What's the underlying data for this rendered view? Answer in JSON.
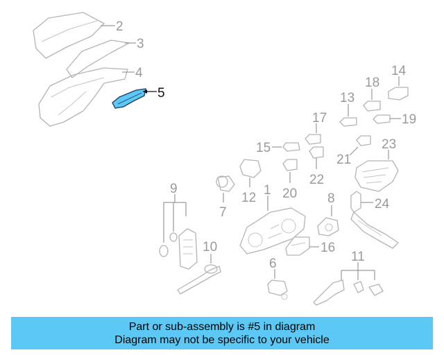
{
  "diagram": {
    "highlighted_part": "5",
    "highlight_color": "#5bc8f5",
    "callouts": [
      "2",
      "3",
      "4",
      "5",
      "14",
      "18",
      "13",
      "19",
      "17",
      "15",
      "21",
      "23",
      "22",
      "20",
      "12",
      "9",
      "7",
      "1",
      "8",
      "24",
      "10",
      "16",
      "6",
      "11"
    ]
  },
  "banner": {
    "line1": "Part or sub-assembly is #5 in diagram",
    "line2": "Diagram may not be specific to your vehicle",
    "background": "#5bc8f5"
  }
}
